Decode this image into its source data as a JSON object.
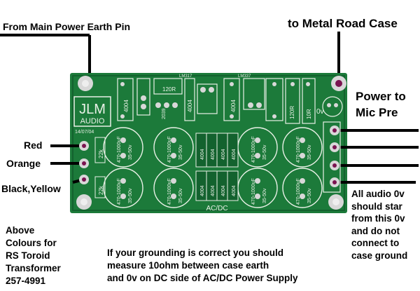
{
  "labels": {
    "main_earth": "From Main Power Earth Pin",
    "metal_case": "to Metal Road Case",
    "power_to": "Power to",
    "mic_pre": "Mic Pre",
    "wire_red": "Red",
    "wire_orange": "Orange",
    "wire_black_yellow": "Black,Yellow",
    "colours_note": [
      "Above",
      "Colours for",
      "RS Toroid",
      "Transformer",
      "257-4991"
    ],
    "grounding_note": [
      "If your grounding is correct you should",
      "measure 10ohm between case earth",
      "and 0v on DC side of AC/DC Power Supply"
    ],
    "audio_0v_note": [
      "All audio 0v",
      "should star",
      "from this 0v",
      "and do not",
      "connect to",
      "case ground"
    ]
  },
  "board": {
    "logo_line1": "JLM",
    "logo_line2": "AUDIO",
    "date": "14/07/04",
    "acdc": "AC/DC",
    "cap_value": "470-1000uF",
    "cap_voltage": "35-50v",
    "resistor_22k": "22k",
    "diode_4004": "4004",
    "resistor_120r": "120R",
    "resistor_2039": "2039",
    "reg_lm317": "LM317",
    "reg_lm337": "LM337",
    "ic_10r": "10R",
    "pad_0v": "0v"
  },
  "colors": {
    "pcb": "#1c7a3a",
    "pcb_dark": "#0f5a28",
    "silk": "#e8f0e6",
    "pad": "#d8d8d8",
    "hole": "#7a1450",
    "wire": "#000000"
  }
}
